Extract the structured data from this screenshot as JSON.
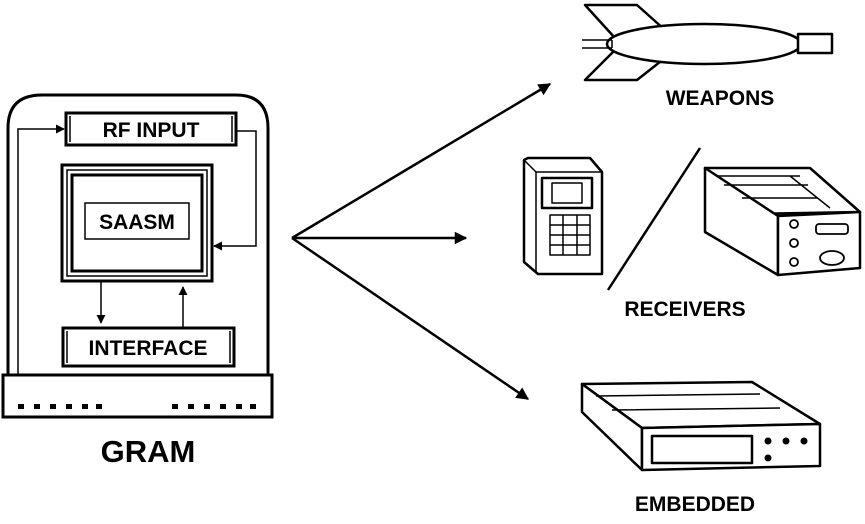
{
  "gram": {
    "title": "GRAM",
    "rf_input": "RF INPUT",
    "saasm": "SAASM",
    "interface": "INTERFACE"
  },
  "targets": {
    "weapons": "WEAPONS",
    "receivers": "RECEIVERS",
    "embedded": "EMBEDDED"
  },
  "colors": {
    "ink": "#000000",
    "background": "#ffffff"
  }
}
